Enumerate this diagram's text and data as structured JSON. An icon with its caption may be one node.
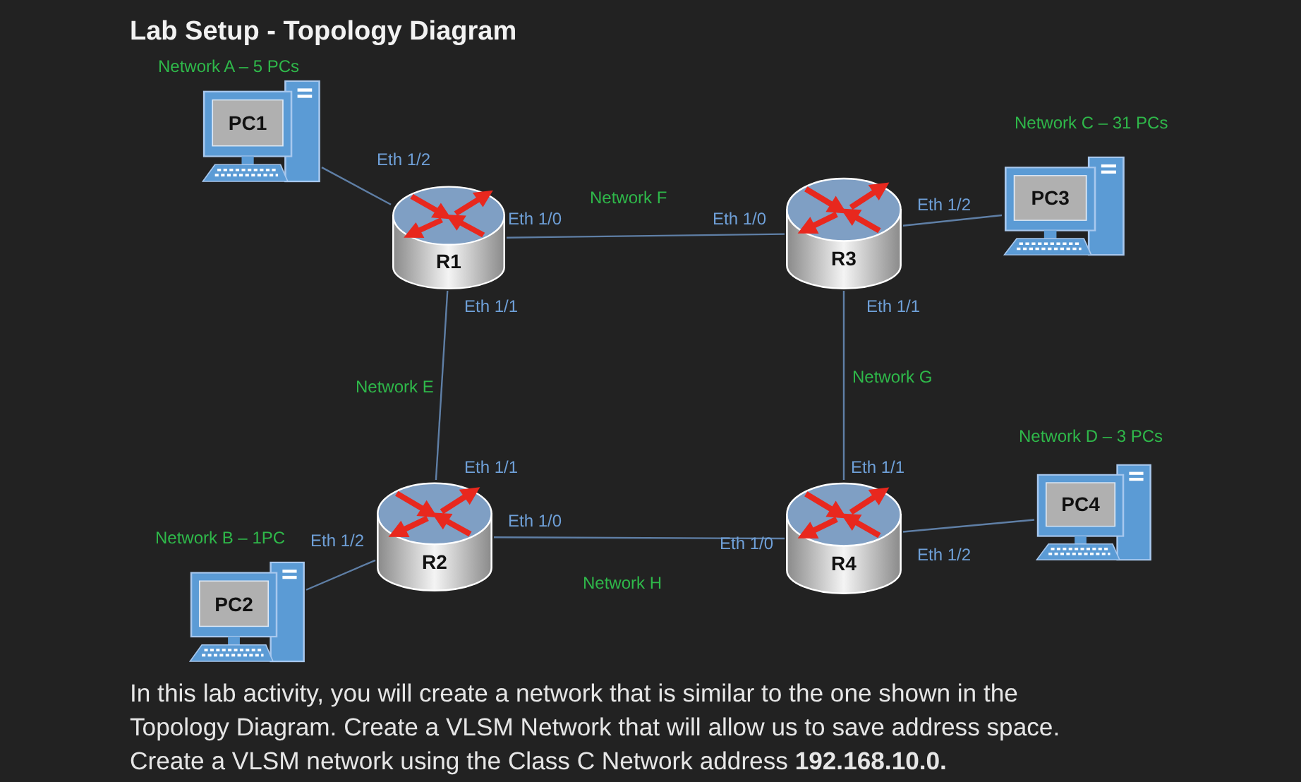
{
  "diagram": {
    "title": "Lab Setup - Topology Diagram",
    "caption": "In this lab activity, you will create a network that is similar to the one shown in the Topology Diagram. Create a VLSM Network that will allow us to save address space. Create a VLSM network using the Class C Network address **192.168.10.0.**",
    "nodes": [
      {
        "text": [
          "PC1"
        ],
        "beside": [
          "Network A – 5 PCs"
        ]
      },
      {
        "text": [
          "R1"
        ]
      },
      {
        "text": [
          "R3"
        ]
      },
      {
        "text": [
          "PC3"
        ],
        "beside": [
          "Network C – 31 PCs"
        ]
      },
      {
        "text": [
          "PC4"
        ],
        "beside": [
          "Network D – 3 PCs"
        ]
      },
      {
        "text": [
          "R2"
        ]
      },
      {
        "text": [
          "R4"
        ]
      },
      {
        "text": [
          "PC2"
        ],
        "beside": [
          "Network B – 1PC"
        ]
      }
    ],
    "edges": [
      {
        "from": 0,
        "to": 1,
        "arrow": "none"
      },
      {
        "from": 1,
        "to": 2,
        "arrow": "none",
        "label": "Network F"
      },
      {
        "from": 2,
        "to": 3,
        "arrow": "none"
      },
      {
        "from": 1,
        "to": 5,
        "arrow": "none",
        "label": "Network E"
      },
      {
        "from": 2,
        "to": 6,
        "arrow": "none",
        "label": "Network G"
      },
      {
        "from": 5,
        "to": 7,
        "arrow": "none"
      },
      {
        "from": 5,
        "to": 6,
        "arrow": "none",
        "label": "Network H"
      },
      {
        "from": 6,
        "to": 4,
        "arrow": "none"
      }
    ],
    "labels": [
      "Eth 1/2",
      "Eth 1/0",
      "Eth 1/0",
      "Eth 1/2",
      "Eth 1/1",
      "Eth 1/1",
      "Eth 1/1",
      "Eth 1/1",
      "Eth 1/2",
      "Eth 1/0",
      "Eth 1/0",
      "Eth 1/2"
    ]
  }
}
